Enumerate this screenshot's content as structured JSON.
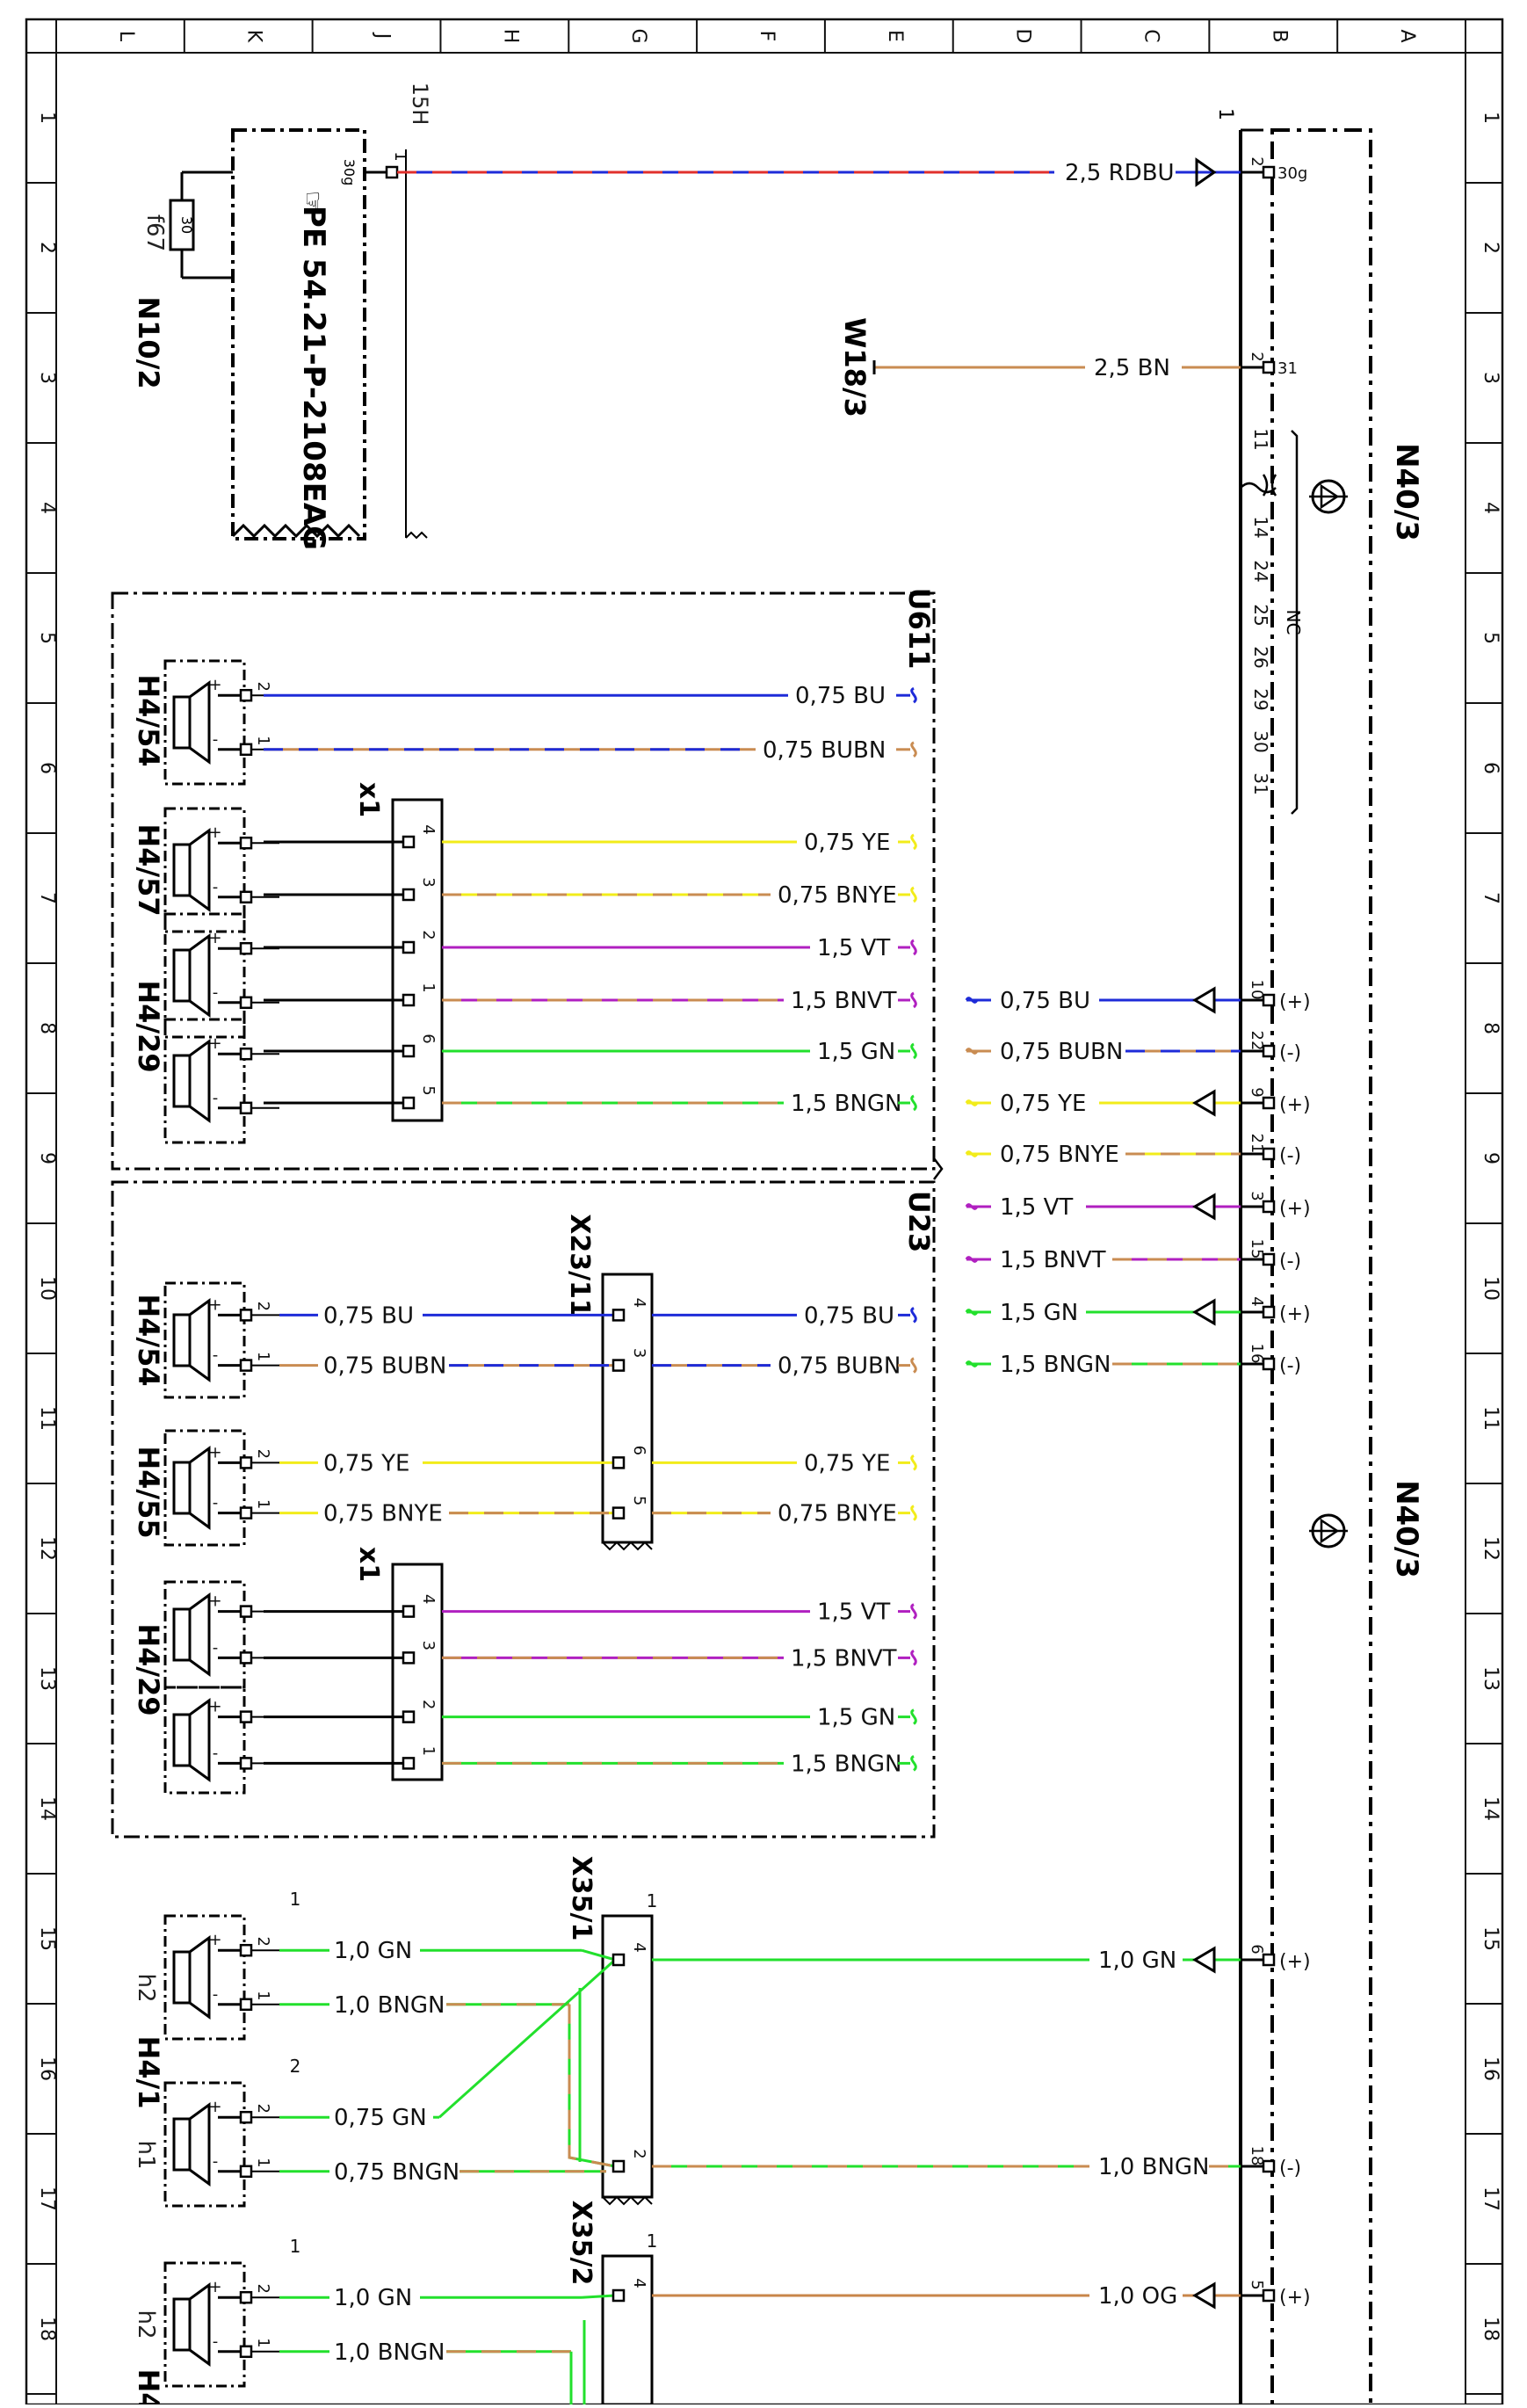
{
  "frame": {
    "columns": [
      "L",
      "K",
      "J",
      "H",
      "G",
      "F",
      "E",
      "D",
      "C",
      "B",
      "A"
    ],
    "rows": [
      "1",
      "2",
      "3",
      "4",
      "5",
      "6",
      "7",
      "8",
      "9",
      "10",
      "11",
      "12",
      "13",
      "14",
      "15",
      "16",
      "17",
      "18"
    ]
  },
  "colors": {
    "BU": "#1e2bd8",
    "BN": "#c98c52",
    "RD": "#e0302c",
    "YE": "#f2ec1a",
    "VT": "#b020c0",
    "GN": "#22e02c",
    "OG": "#c8864a",
    "BK": "#000000",
    "frame": "#111111"
  },
  "components": {
    "fuse_label": "f67",
    "fuse_value": "30",
    "fuse_box": "N10/2",
    "fuse_terminal": "30g",
    "fuse_terminal_pin": "1",
    "ref_code": "PE 54.21-P-2108EAG",
    "page_tag": "15H",
    "ground": "W18/3",
    "control_unit": "N40/3",
    "control_unit_pin": "1",
    "nc_label": "NC",
    "module_u611": "U611",
    "module_u23": "U23",
    "connector_x1": "x1",
    "connector_x23": "X23/11",
    "connector_x35_1": "X35/1",
    "connector_x35_2": "X35/2",
    "sp_h4_54": "H4/54",
    "sp_h4_57": "H4/57",
    "sp_h4_29": "H4/29",
    "sp_h4_55": "H4/55",
    "sp_h4_1": "H4/1",
    "sp_h4_bottom": "H4",
    "tw_h1": "h1",
    "tw_h2": "h2"
  },
  "n40_pins": [
    "1",
    "30g",
    "2",
    "31",
    "11",
    "14",
    "24",
    "25",
    "26",
    "29",
    "30",
    "31",
    "10",
    "22",
    "9",
    "21",
    "3",
    "15",
    "4",
    "16",
    "6",
    "18",
    "5"
  ],
  "pin_polarity": [
    "(+)",
    "(-)"
  ],
  "wires": {
    "main_power": "2,5 RDBU",
    "main_ground": "2,5 BN",
    "u611_1": "0,75 BU",
    "u611_2": "0,75 BUBN",
    "u611_3": "0,75 YE",
    "u611_4": "0,75 BNYE",
    "u611_5": "1,5 VT",
    "u611_6": "1,5 BNVT",
    "u611_7": "1,5 GN",
    "u611_8": "1,5 BNGN",
    "u23_left_1": "0,75 BU",
    "u23_left_2": "0,75 BUBN",
    "u23_left_3": "0,75 YE",
    "u23_left_4": "0,75 BNYE",
    "tw_1": "1,0 GN",
    "tw_2": "1,0 BNGN",
    "tw_3": "0,75 GN",
    "tw_4": "0,75 BNGN",
    "tw_5": "1,0 OG"
  },
  "connector_pins": {
    "x1_top": [
      "4",
      "3",
      "2",
      "1",
      "6",
      "5"
    ],
    "x1_bottom": [
      "4",
      "3",
      "2",
      "1"
    ],
    "x23": [
      "4",
      "3",
      "6",
      "5"
    ],
    "x35_1": [
      "4",
      "2"
    ],
    "x35_2": [
      "4"
    ],
    "speaker_pins": [
      "2",
      "1"
    ],
    "sp_tags": [
      "1",
      "2"
    ]
  }
}
